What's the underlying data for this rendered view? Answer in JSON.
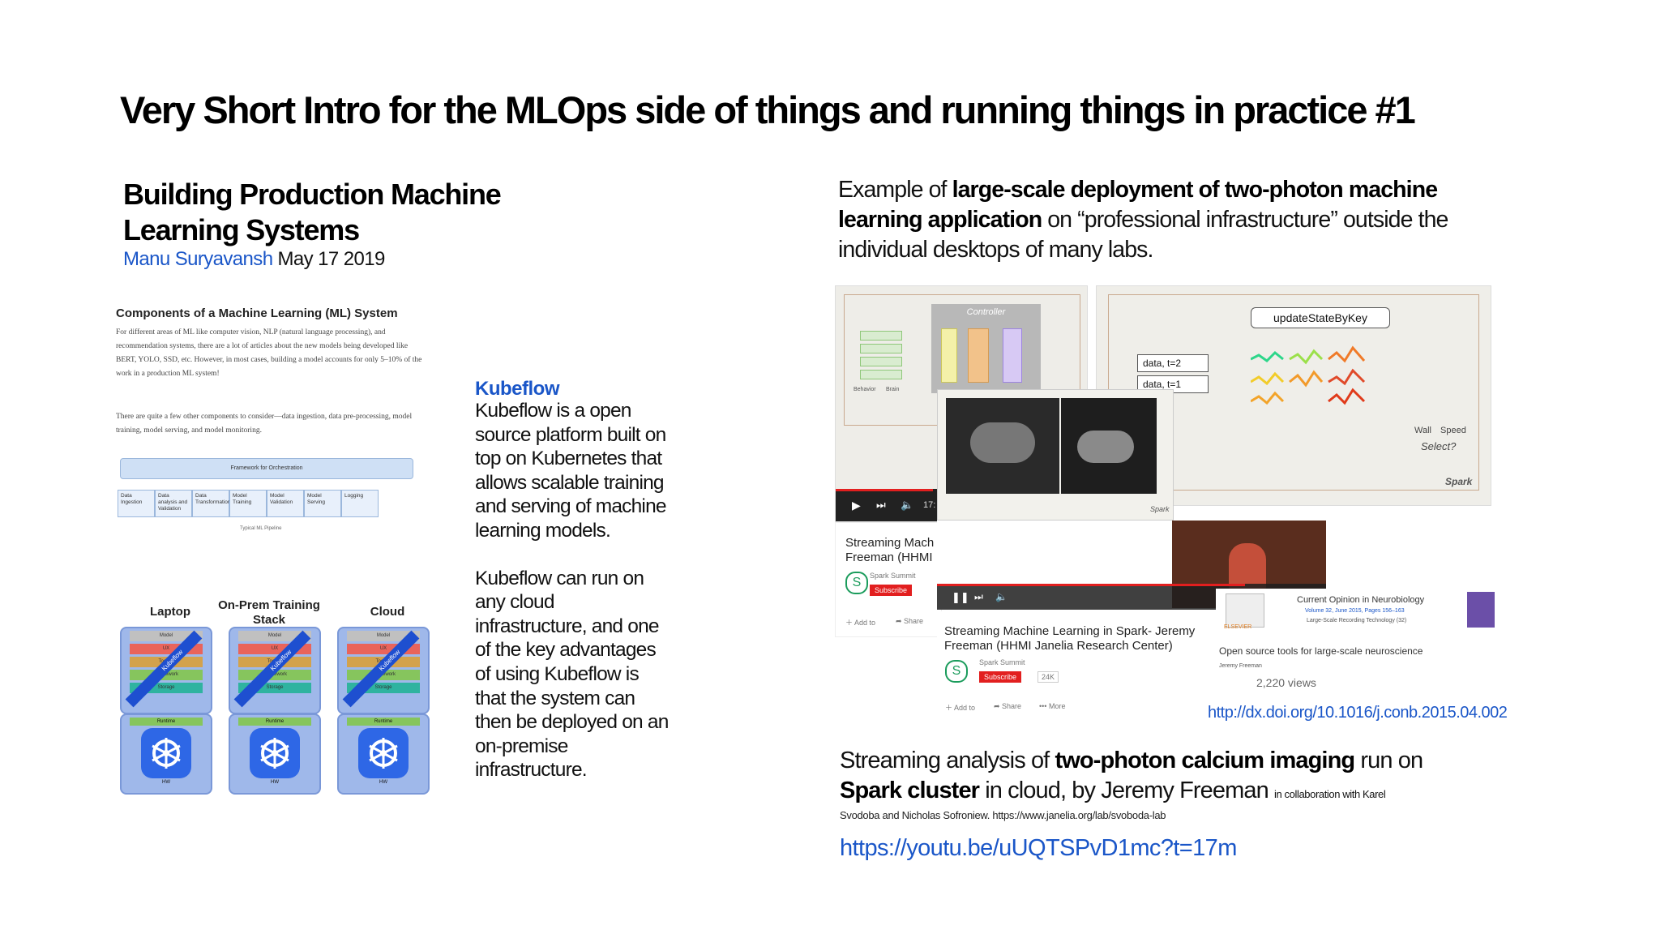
{
  "title": "Very Short Intro for the MLOps side of things and running things in practice #1",
  "left": {
    "book_title_line1": "Building Production Machine",
    "book_title_line2": "Learning Systems",
    "author": "Manu Suryavansh",
    "date": "May 17 2019",
    "doc_heading": "Components of a Machine Learning (ML) System",
    "doc_para1": "For different areas of ML like computer vision, NLP (natural language processing), and recommendation systems, there are a lot of articles about the new models being developed like BERT, YOLO, SSD, etc. However, in most cases, building a model accounts for only 5–10% of the work in a production ML system!",
    "doc_para2": "There are quite a few other components to consider—data ingestion, data pre-processing, model training, model serving, and model monitoring.",
    "pipeline_frame": "Framework for Orchestration",
    "pipeline_cells": [
      "Data Ingestion",
      "Data analysis and Validation",
      "Data Transformation",
      "Model Training",
      "Model Validation",
      "Model Serving",
      "Logging"
    ],
    "pipeline_caption": "Typical ML Pipeline",
    "stack_columns": [
      "Laptop",
      "On-Prem Training Stack",
      "Cloud"
    ],
    "stack_layers": [
      "Model",
      "UX",
      "Tooling",
      "Framework",
      "Storage"
    ],
    "stack_runtime": "Runtime",
    "stack_hw": "HW",
    "stripe_label": "Kubeflow"
  },
  "kubeflow": {
    "heading": "Kubeflow",
    "para1": "Kubeflow is a open source platform built on top on Kubernetes that allows scalable training and serving of machine learning models.",
    "para2": "Kubeflow can run on any cloud infrastructure, and one of the key advantages of using Kubeflow is that the system can then be deployed on an on-premise infrastructure."
  },
  "right": {
    "intro_pre": "Example of ",
    "intro_bold1": "large-scale deployment of two-photon machine learning  application",
    "intro_post": " on “professional infrastructure” outside the individual desktops of many labs.",
    "controller_label": "Controller",
    "data_labels": [
      "data, t=2",
      "data, t=1"
    ],
    "update_label": "updateStateByKey",
    "wall_label": "Wall",
    "speed_label": "Speed",
    "select_label": "Select?",
    "spark_logo": "Spark",
    "behavior_label": "Behavior",
    "brain_label": "Brain",
    "player_time": "17:",
    "video1_title": "Streaming Mach Freeman (HHMI",
    "video1_channel": "Spark Summit",
    "video1_subscribe": "Subscribe",
    "video1_add": "Add to",
    "video1_share": "Share",
    "video2_title": "Streaming Machine Learning in Spark- Jeremy Freeman (HHMI Janelia Research Center)",
    "video2_channel": "Spark Summit",
    "video2_subscribe": "Subscribe",
    "video2_count": "24K",
    "video2_add": "Add to",
    "video2_share": "Share",
    "video2_more": "More",
    "journal_name": "Current Opinion in Neurobiology",
    "journal_volume": "Volume 32, June 2015, Pages 156–163",
    "journal_issue": "Large-Scale Recording Technology (32)",
    "publisher": "ELSEVIER",
    "paper_title": "Open source tools for large-scale neuroscience",
    "paper_author": "Jeremy Freeman",
    "views": "2,220 views",
    "doi": "http://dx.doi.org/10.1016/j.conb.2015.04.002",
    "bottom_pre": "Streaming analysis of ",
    "bottom_bold1": "two-photon calcium imaging",
    "bottom_mid1": " run on ",
    "bottom_bold2": "Spark cluster",
    "bottom_mid2": " in cloud, by Jeremy Freeman ",
    "bottom_small": "in collaboration with Karel",
    "credit": "Svodoba and Nicholas Sofroniew. https://www.janelia.org/lab/svoboda-lab",
    "youtube": "https://youtu.be/uUQTSPvD1mc?t=17m"
  },
  "colors": {
    "link_blue": "#1a56c8",
    "kube_blue": "#1e4fd0",
    "youtube_red": "#e21f1f"
  }
}
